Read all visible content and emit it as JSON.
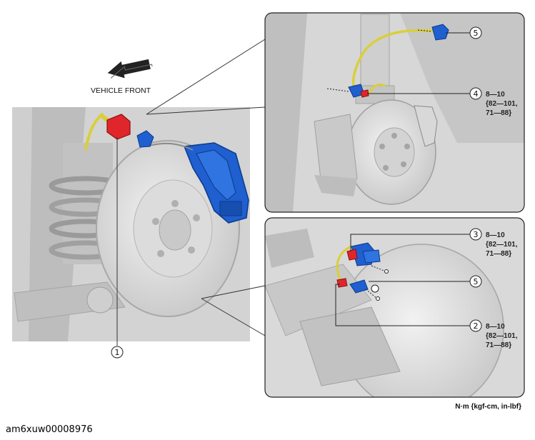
{
  "direction_label": "VEHICLE FRONT",
  "callouts": {
    "one": "1",
    "two": "2",
    "three": "3",
    "four": "4",
    "five_top": "5",
    "five_bottom": "5"
  },
  "torque_specs": {
    "four": {
      "line1": "8—10",
      "line2": "{82—101,",
      "line3": "71—88}"
    },
    "three": {
      "line1": "8—10",
      "line2": "{82—101,",
      "line3": "71—88}"
    },
    "two": {
      "line1": "8—10",
      "line2": "{82—101,",
      "line3": "71—88}"
    }
  },
  "units_note": "N·m {kgf-cm, in-lbf}",
  "image_id": "am6xuw00008976",
  "colors": {
    "brake_line_blue": "#1f5fcf",
    "union_red": "#e0262b",
    "hose_yellow": "#d9cf3a",
    "background_gray": "#d7d7d7"
  }
}
